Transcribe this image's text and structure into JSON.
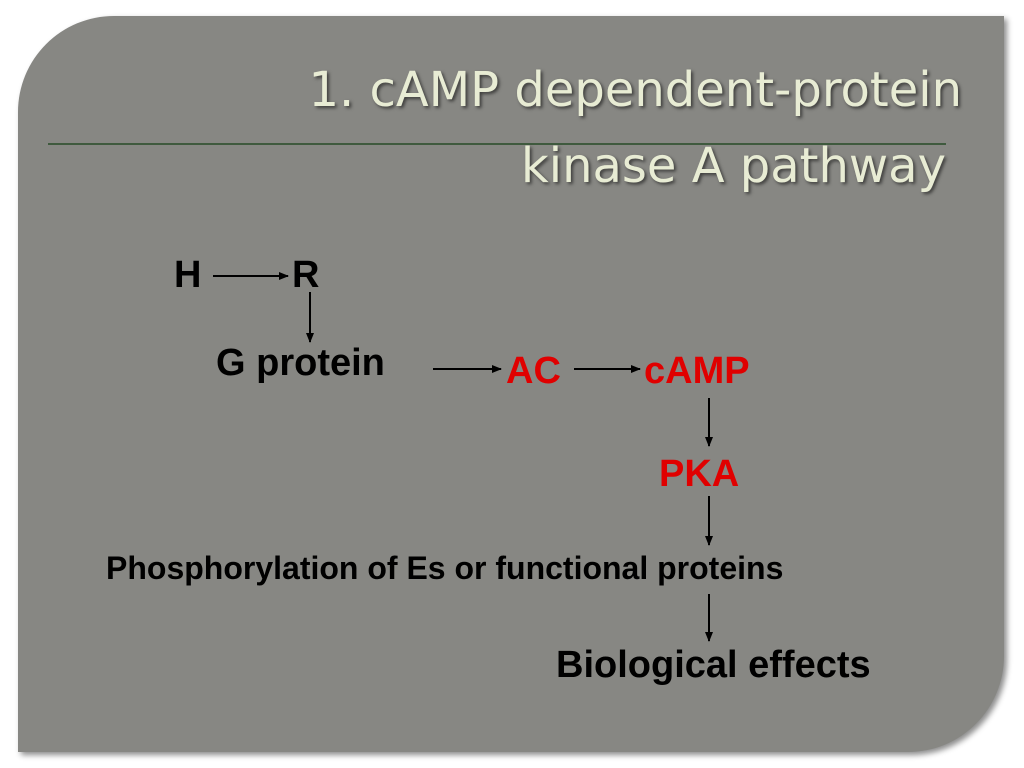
{
  "title": {
    "line1": "1. cAMP dependent-protein",
    "line2": "kinase A pathway"
  },
  "diagram": {
    "nodes": {
      "h": "H",
      "r": "R",
      "g_protein": "G protein",
      "ac": "AC",
      "camp": "cAMP",
      "pka": "PKA",
      "phosphorylation": "Phosphorylation of Es or functional proteins",
      "biological_effects": "Biological effects"
    },
    "colors": {
      "highlight": "#e00000",
      "text": "#000000",
      "title": "#e8ecd4",
      "slide_background": "#878783"
    }
  }
}
